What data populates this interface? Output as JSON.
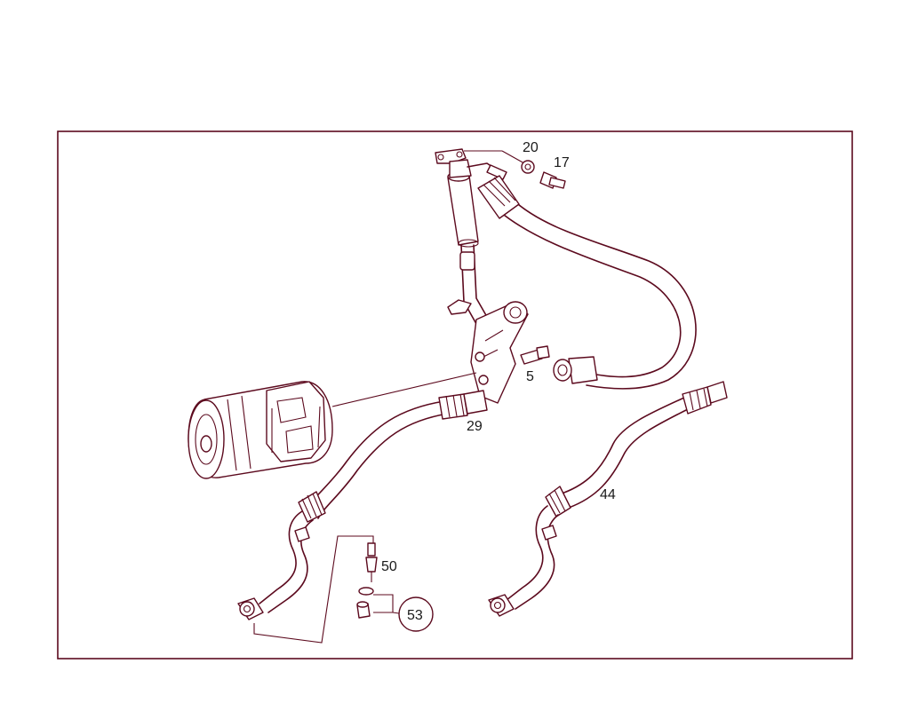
{
  "colors": {
    "line": "#5c0a1e",
    "background": "#ffffff",
    "text": "#1a1a1a"
  },
  "callouts": {
    "c20": "20",
    "c17": "17",
    "c5": "5",
    "c29": "29",
    "c44": "44",
    "c50": "50",
    "c53": "53"
  }
}
